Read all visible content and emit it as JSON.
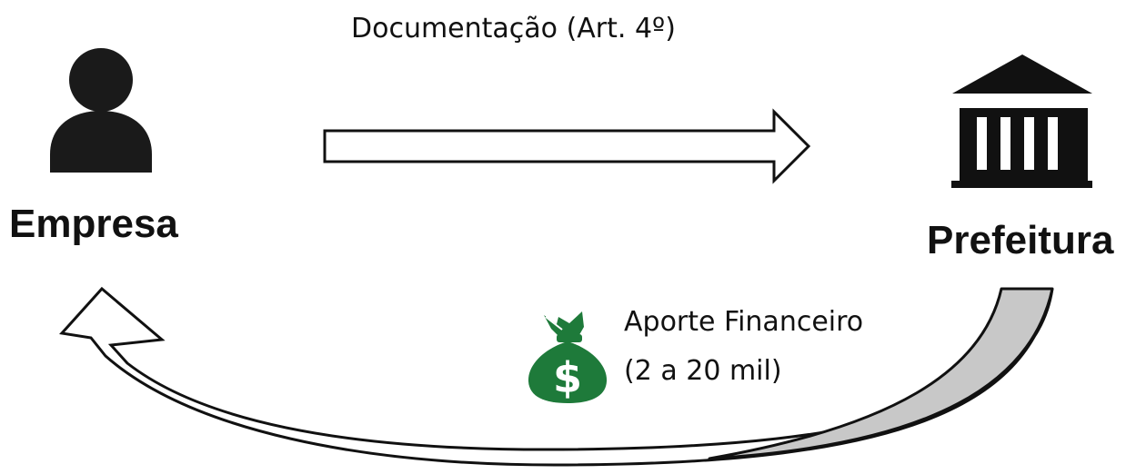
{
  "actors": {
    "company": {
      "label": "Empresa",
      "icon": "person-icon"
    },
    "city_hall": {
      "label": "Prefeitura",
      "icon": "government-building-icon"
    }
  },
  "flows": {
    "documentation": {
      "label": "Documentação (Art. 4º)"
    },
    "funding": {
      "line1": "Aporte Financeiro",
      "line2": "(2 a 20 mil)",
      "icon": "money-bag-icon",
      "icon_color": "#1e7a3a"
    }
  },
  "colors": {
    "icon_fill": "#1a1a1a",
    "return_arrow_shade": "#c8c8c8"
  }
}
